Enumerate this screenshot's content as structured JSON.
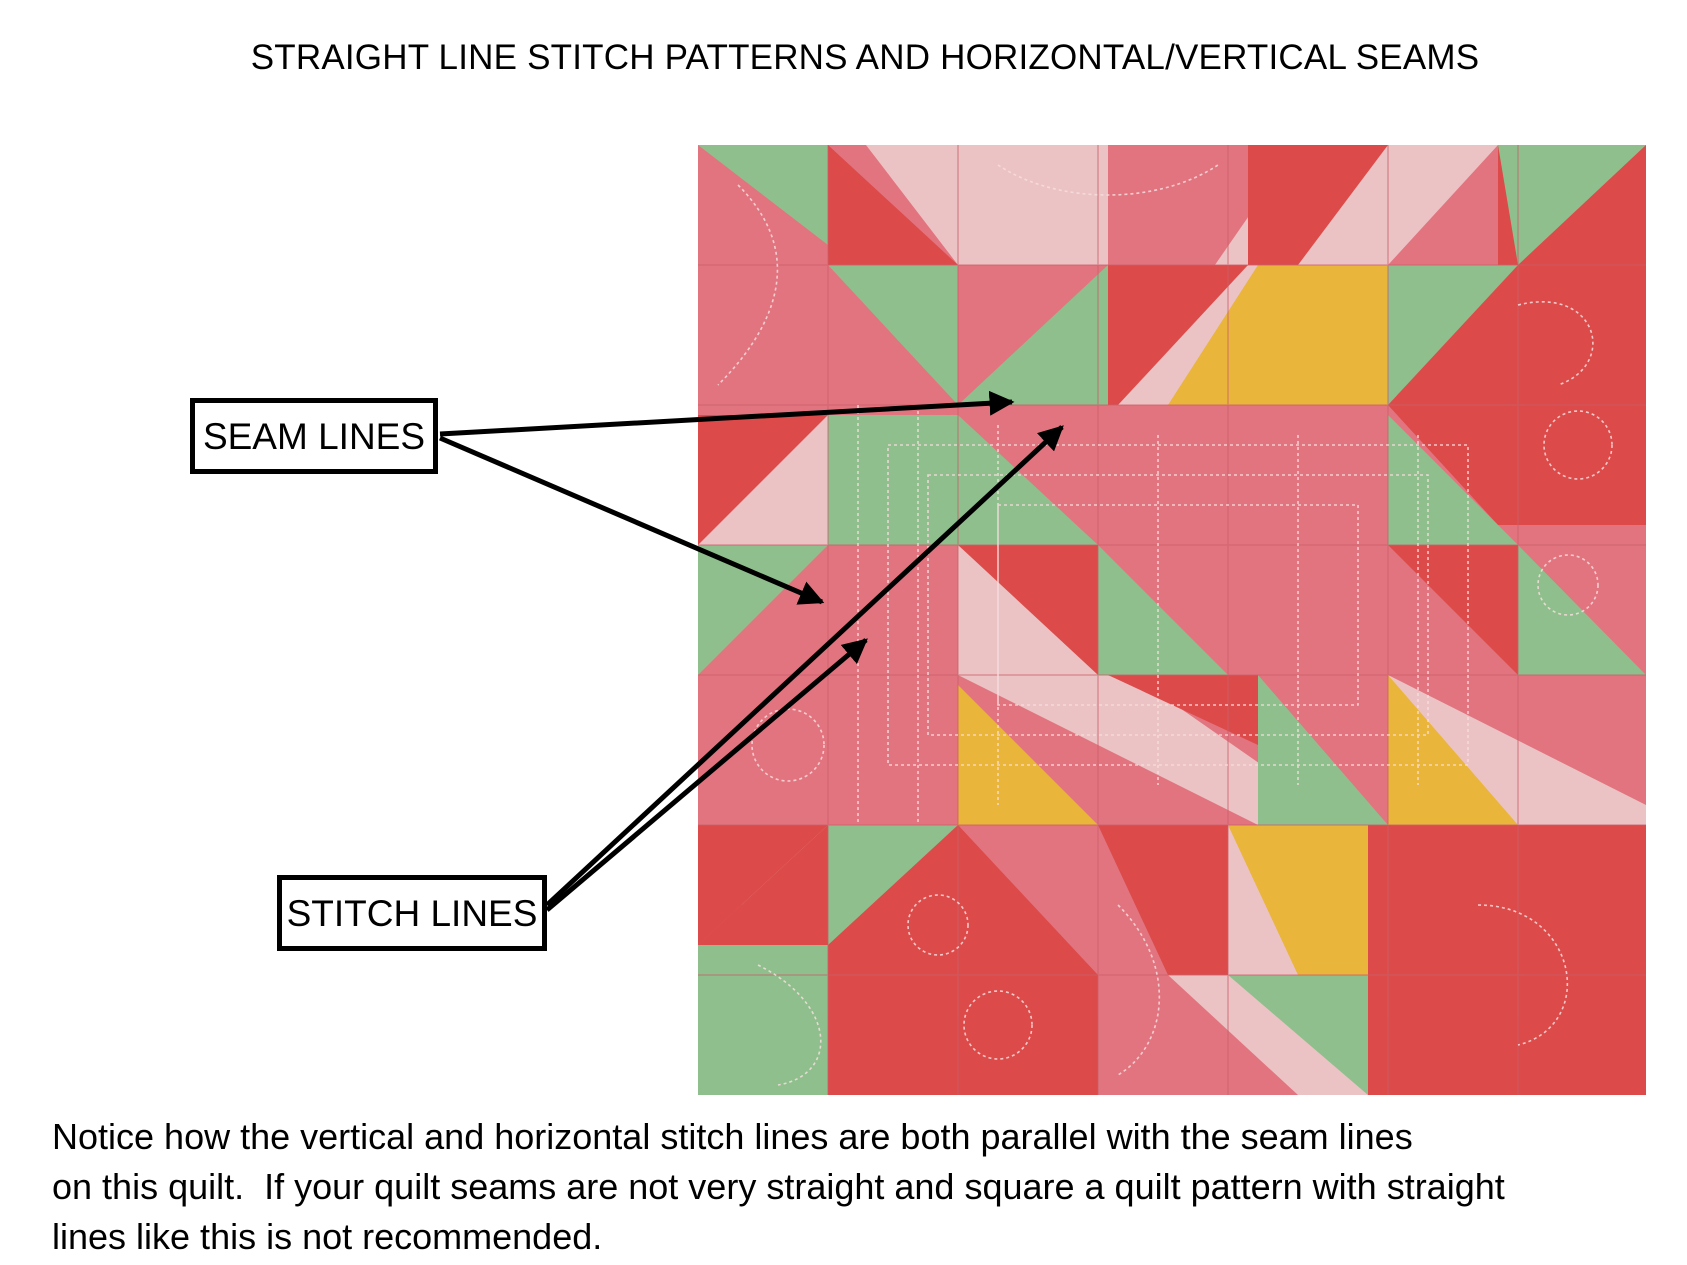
{
  "title": "STRAIGHT LINE STITCH PATTERNS AND HORIZONTAL/VERTICAL SEAMS",
  "labels": {
    "seam": "SEAM LINES",
    "stitch": "STITCH LINES"
  },
  "caption": [
    "Notice how the vertical and horizontal stitch lines are both parallel with the seam lines",
    "on this quilt.  If your quilt seams are not very straight and square a quilt pattern with straight",
    "lines like this is not recommended."
  ],
  "colors": {
    "pink": "#e2747f",
    "light_pink": "#ecc3c4",
    "red": "#dc4a4a",
    "green": "#8fbf8c",
    "gold": "#e9b53a",
    "stitch": "#f6dede",
    "arrow": "#000000"
  }
}
